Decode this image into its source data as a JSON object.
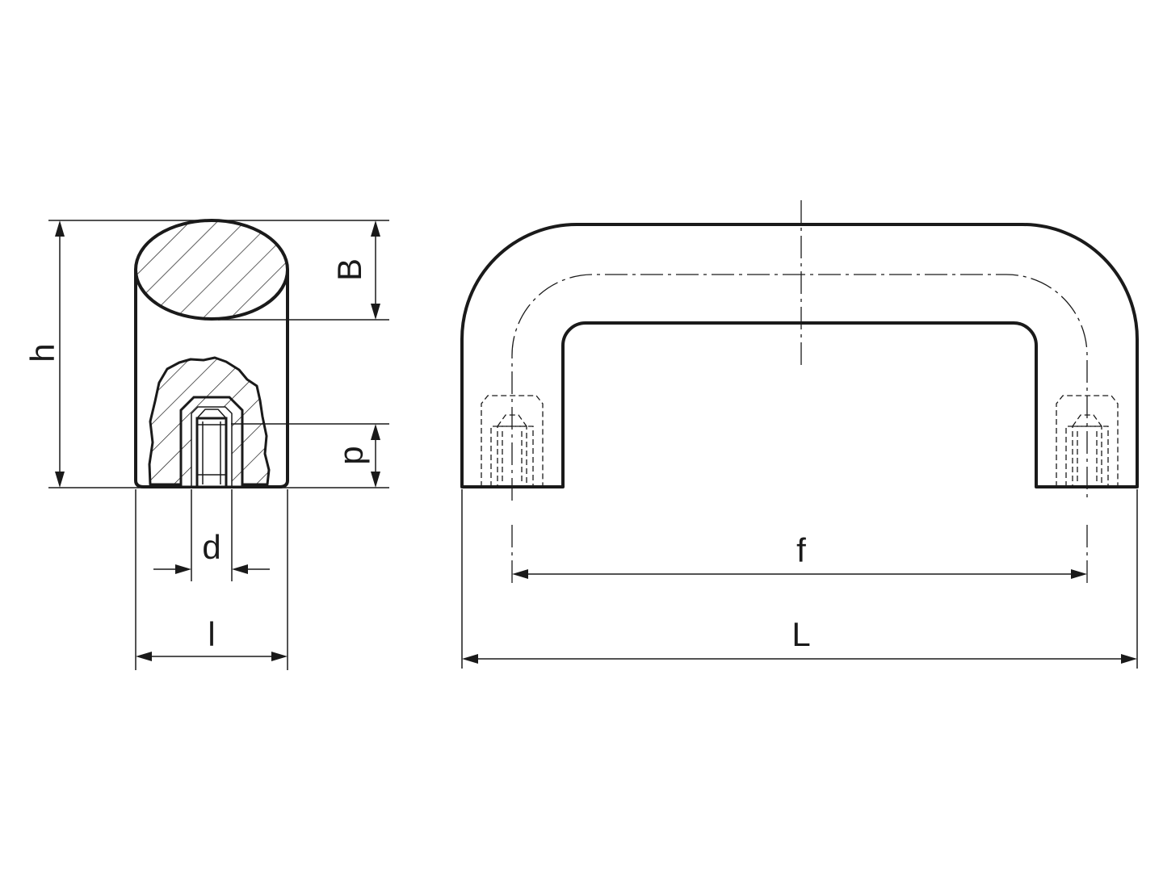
{
  "labels": {
    "h": "h",
    "B": "B",
    "p": "p",
    "d": "d",
    "l": "l",
    "f": "f",
    "L": "L"
  },
  "colors": {
    "line": "#1a1a1a",
    "background": "#ffffff"
  }
}
